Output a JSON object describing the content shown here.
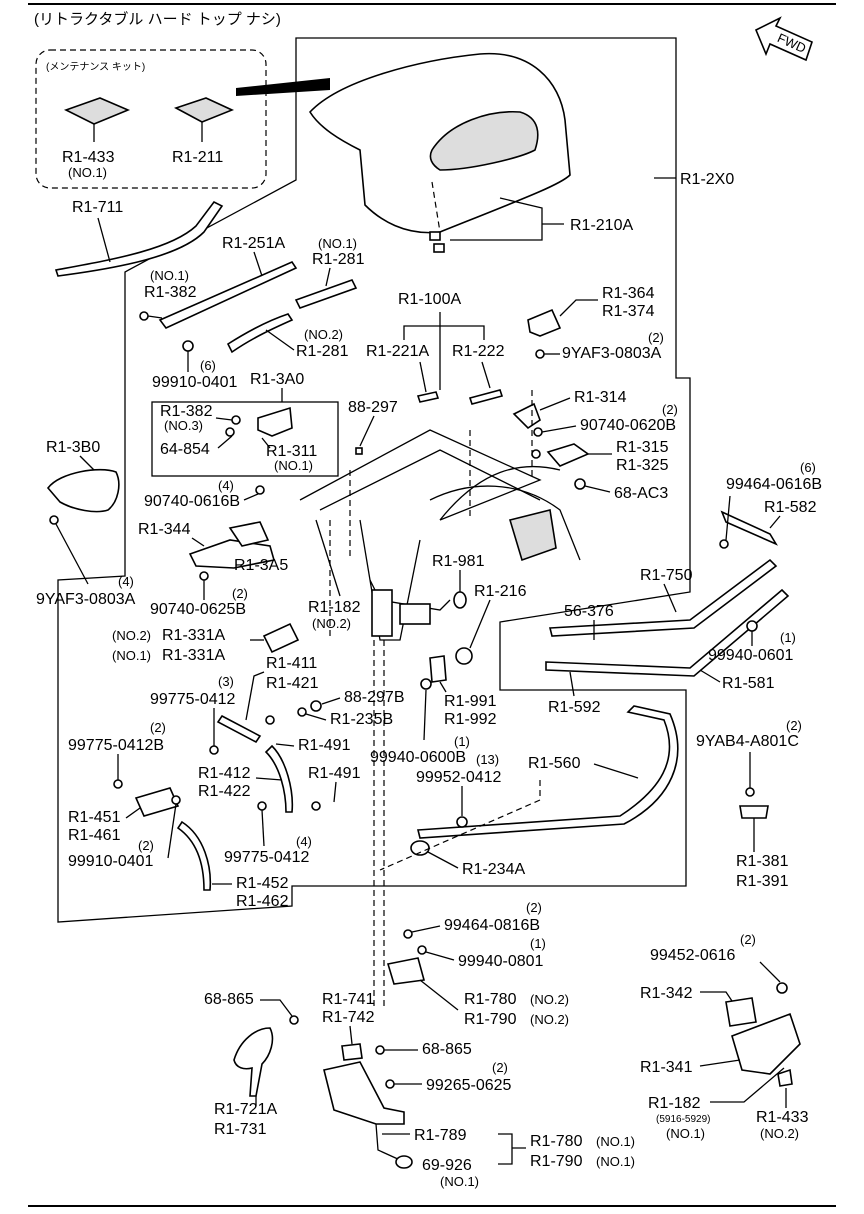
{
  "title": "(リトラクタブル ハード トップ ナシ)",
  "fwd": "FWD",
  "maintenance_kit": {
    "title": "(メンテナンス キット)",
    "part_a": "R1-433",
    "part_a_note": "(NO.1)",
    "part_b": "R1-211"
  },
  "labels": {
    "r1_2x0": "R1-2X0",
    "r1_210a": "R1-210A",
    "r1_711": "R1-711",
    "r1_251a": "R1-251A",
    "no1_281_note": "(NO.1)",
    "r1_281_a": "R1-281",
    "no1_382_note": "(NO.1)",
    "r1_382_a": "R1-382",
    "no2_281_note": "(NO.2)",
    "r1_281_b": "R1-281",
    "qty_6_a": "(6)",
    "p99910_0401_a": "99910-0401",
    "r1_100a": "R1-100A",
    "r1_221a": "R1-221A",
    "r1_222": "R1-222",
    "r1_364": "R1-364",
    "r1_374": "R1-374",
    "qty_2_a": "(2)",
    "p9yaf3_0803a_a": "9YAF3-0803A",
    "r1_3a0": "R1-3A0",
    "r1_382_b": "R1-382",
    "no3_note": "(NO.3)",
    "p64_854": "64-854",
    "r1_311": "R1-311",
    "no1_311_note": "(NO.1)",
    "p88_297": "88-297",
    "r1_314": "R1-314",
    "qty_2_b": "(2)",
    "p90740_0620b": "90740-0620B",
    "r1_315": "R1-315",
    "r1_325": "R1-325",
    "p68_ac3": "68-AC3",
    "r1_3b0": "R1-3B0",
    "qty_4_a": "(4)",
    "p90740_0616b": "90740-0616B",
    "qty_6_b": "(6)",
    "p99464_0616b": "99464-0616B",
    "r1_582": "R1-582",
    "r1_344": "R1-344",
    "r1_3a5": "R1-3A5",
    "qty_4_b": "(4)",
    "p9yaf3_0803a_b": "9YAF3-0803A",
    "qty_2_c": "(2)",
    "p90740_0625b": "90740-0625B",
    "r1_981": "R1-981",
    "r1_750": "R1-750",
    "r1_216": "R1-216",
    "r1_182": "R1-182",
    "no2_182_note": "(NO.2)",
    "p56_376": "56-376",
    "qty_1_a": "(1)",
    "p99940_0601": "99940-0601",
    "no2_331_note": "(NO.2)",
    "r1_331a_a": "R1-331A",
    "no1_331_note": "(NO.1)",
    "r1_331a_b": "R1-331A",
    "r1_581": "R1-581",
    "r1_411": "R1-411",
    "r1_421": "R1-421",
    "qty_3_a": "(3)",
    "p99775_0412_a": "99775-0412",
    "p88_297b": "88-297B",
    "r1_235b": "R1-235B",
    "r1_991": "R1-991",
    "r1_992": "R1-992",
    "r1_592": "R1-592",
    "qty_2_d": "(2)",
    "p99775_0412b": "99775-0412B",
    "r1_491_a": "R1-491",
    "p99940_0600b": "99940-0600B",
    "qty_1_b": "(1)",
    "qty_13": "(13)",
    "p99952_0412": "99952-0412",
    "r1_560": "R1-560",
    "qty_2_e": "(2)",
    "p9yab4_a801c": "9YAB4-A801C",
    "r1_412": "R1-412",
    "r1_422": "R1-422",
    "r1_491_b": "R1-491",
    "r1_451": "R1-451",
    "r1_461": "R1-461",
    "qty_2_f": "(2)",
    "p99910_0401_b": "99910-0401",
    "qty_4_c": "(4)",
    "p99775_0412_b": "99775-0412",
    "r1_234a": "R1-234A",
    "r1_381": "R1-381",
    "r1_391": "R1-391",
    "r1_452": "R1-452",
    "r1_462": "R1-462",
    "qty_2_g": "(2)",
    "p99464_0816b": "99464-0816B",
    "qty_1_c": "(1)",
    "p99940_0801": "99940-0801",
    "qty_2_h": "(2)",
    "p99452_0616": "99452-0616",
    "p68_865_a": "68-865",
    "r1_741": "R1-741",
    "r1_742": "R1-742",
    "r1_780_a": "R1-780",
    "no2_780_note": "(NO.2)",
    "r1_790_a": "R1-790",
    "no2_790_note": "(NO.2)",
    "r1_342": "R1-342",
    "p68_865_b": "68-865",
    "qty_2_i": "(2)",
    "p99265_0625": "99265-0625",
    "r1_341": "R1-341",
    "r1_721a": "R1-721A",
    "r1_731": "R1-731",
    "r1_182_b": "R1-182",
    "serial_note": "(5916-5929)",
    "no1_182b_note": "(NO.1)",
    "r1_433": "R1-433",
    "no2_433_note": "(NO.2)",
    "r1_789": "R1-789",
    "r1_780_b": "R1-780",
    "no1_780_note": "(NO.1)",
    "r1_790_b": "R1-790",
    "no1_790_note": "(NO.1)",
    "p69_926": "69-926",
    "no1_926_note": "(NO.1)"
  }
}
